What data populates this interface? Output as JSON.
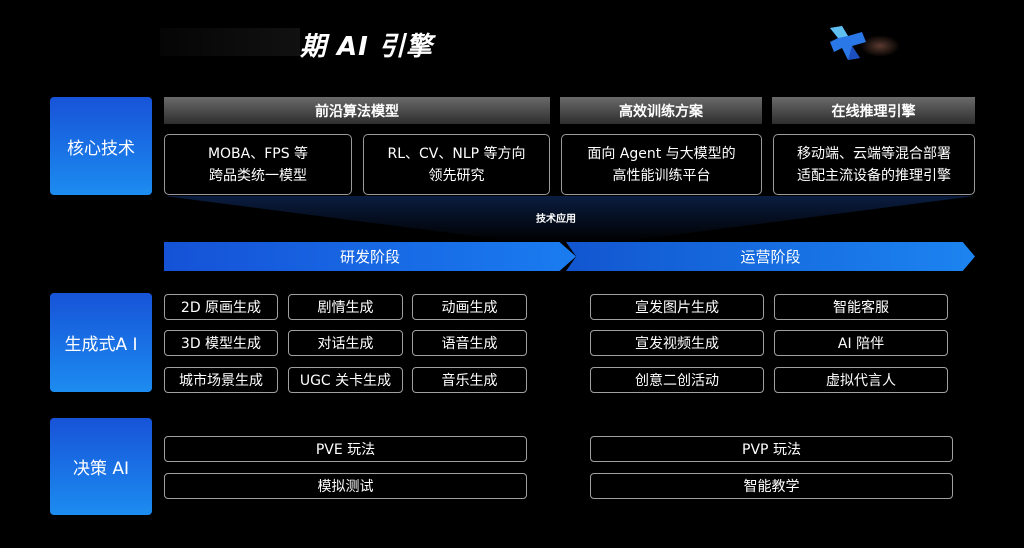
{
  "title": "期 AI 引擎",
  "core": {
    "label": "核心技术",
    "headers": [
      "前沿算法模型",
      "高效训练方案",
      "在线推理引擎"
    ],
    "cards": [
      [
        "MOBA、FPS 等",
        "跨品类统一模型"
      ],
      [
        "RL、CV、NLP 等方向",
        "领先研究"
      ],
      [
        "面向 Agent 与大模型的",
        "高性能训练平台"
      ],
      [
        "移动端、云端等混合部署",
        "适配主流设备的推理引擎"
      ]
    ]
  },
  "tech_application": "技术应用",
  "stages": [
    "研发阶段",
    "运营阶段"
  ],
  "generative": {
    "label": "生成式A I",
    "dev": [
      "2D 原画生成",
      "剧情生成",
      "动画生成",
      "3D 模型生成",
      "对话生成",
      "语音生成",
      "城市场景生成",
      "UGC 关卡生成",
      "音乐生成"
    ],
    "ops": [
      "宣发图片生成",
      "智能客服",
      "宣发视频生成",
      "AI 陪伴",
      "创意二创活动",
      "虚拟代言人"
    ]
  },
  "decision": {
    "label": "决策 AI",
    "dev": [
      "PVE 玩法",
      "模拟测试"
    ],
    "ops": [
      "PVP 玩法",
      "智能教学"
    ]
  }
}
